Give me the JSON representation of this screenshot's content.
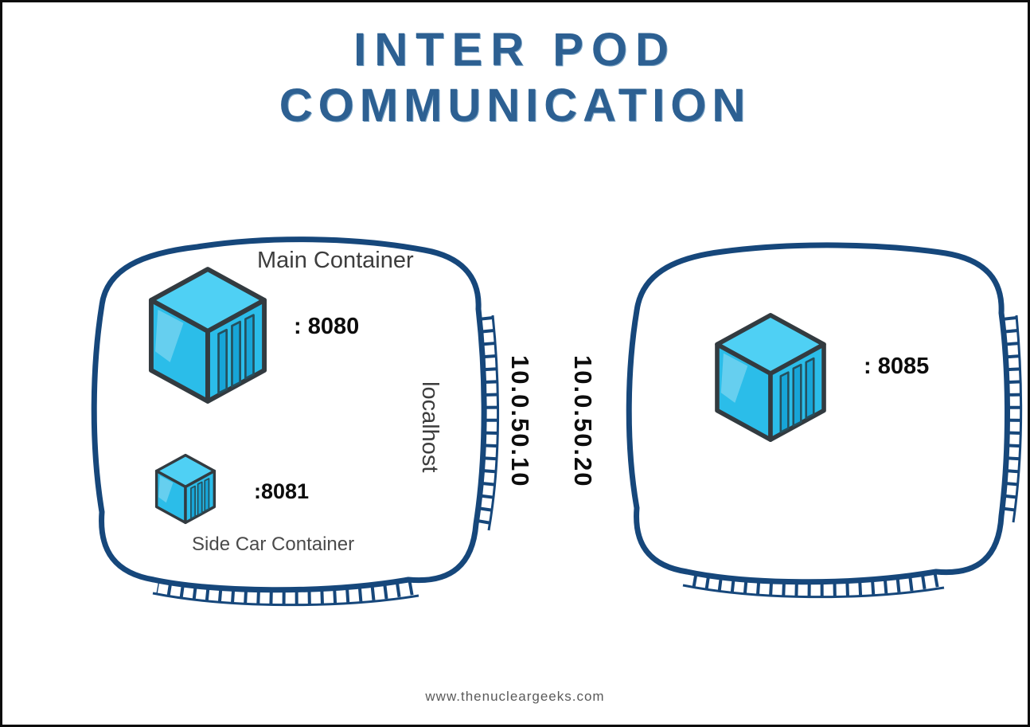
{
  "title": {
    "line1": "INTER POD",
    "line2": "COMMUNICATION"
  },
  "left_pod": {
    "main_container_label": "Main Container",
    "main_container_port": ": 8080",
    "sidecar_port": ":8081",
    "sidecar_label": "Side Car Container",
    "localhost_label": "localhost",
    "ip": "10.0.50.10"
  },
  "right_pod": {
    "container_port": ": 8085",
    "ip": "10.0.50.20"
  },
  "footer": {
    "url": "www.thenucleargeeks.com"
  },
  "colors": {
    "title_blue": "#2d6092",
    "pod_outline": "#16477b",
    "cube_face": "#2bbde9",
    "cube_top": "#4fd0f4",
    "cube_slat": "#17a5d8",
    "text_dark": "#0d0d0d",
    "text_gray": "#3d3d3d"
  }
}
